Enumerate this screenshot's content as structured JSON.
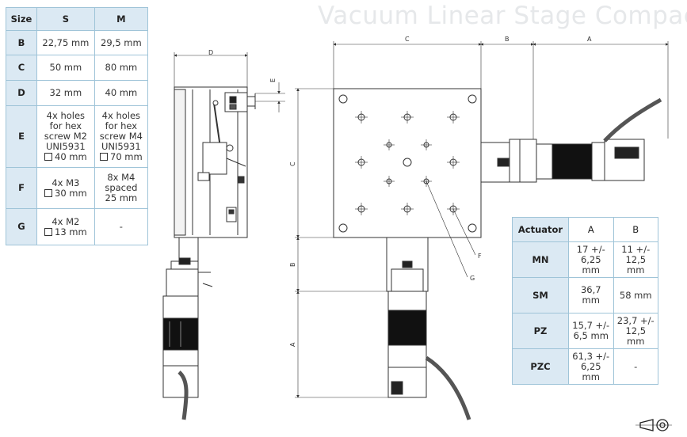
{
  "title": "Vacuum Linear Stage Compact",
  "size_table": {
    "headers": [
      "Size",
      "S",
      "M"
    ],
    "rows": [
      {
        "label": "B",
        "s": [
          "22,75 mm"
        ],
        "m": [
          "29,5 mm"
        ]
      },
      {
        "label": "C",
        "s": [
          "50 mm"
        ],
        "m": [
          "80 mm"
        ]
      },
      {
        "label": "D",
        "s": [
          "32 mm"
        ],
        "m": [
          "40 mm"
        ]
      },
      {
        "label": "E",
        "s": [
          "4x holes",
          "for hex",
          "screw M2",
          "UNI5931",
          "40 mm"
        ],
        "m": [
          "4x holes",
          "for hex",
          "screw M4",
          "UNI5931",
          "70 mm"
        ]
      },
      {
        "label": "F",
        "s": [
          "4x M3",
          "30 mm"
        ],
        "m": [
          "8x M4",
          "spaced",
          "25 mm"
        ]
      },
      {
        "label": "G",
        "s": [
          "4x M2",
          "13 mm"
        ],
        "m": [
          "-"
        ]
      }
    ]
  },
  "actuator_table": {
    "headers": [
      "Actuator",
      "A",
      "B"
    ],
    "rows": [
      {
        "label": "MN",
        "a": [
          "17 +/-",
          "6,25 mm"
        ],
        "b": [
          "11 +/-",
          "12,5 mm"
        ]
      },
      {
        "label": "SM",
        "a": [
          "36,7 mm"
        ],
        "b": [
          "58 mm"
        ]
      },
      {
        "label": "PZ",
        "a": [
          "15,7 +/-",
          "6,5 mm"
        ],
        "b": [
          "23,7 +/-",
          "12,5 mm"
        ]
      },
      {
        "label": "PZC",
        "a": [
          "61,3 +/-",
          "6,25 mm"
        ],
        "b": [
          "-"
        ]
      }
    ]
  },
  "dimension_labels": {
    "A": "A",
    "B": "B",
    "C": "C",
    "D": "D",
    "E": "E",
    "F": "F",
    "G": "G"
  },
  "icons": [
    "projection-symbol-icon"
  ]
}
